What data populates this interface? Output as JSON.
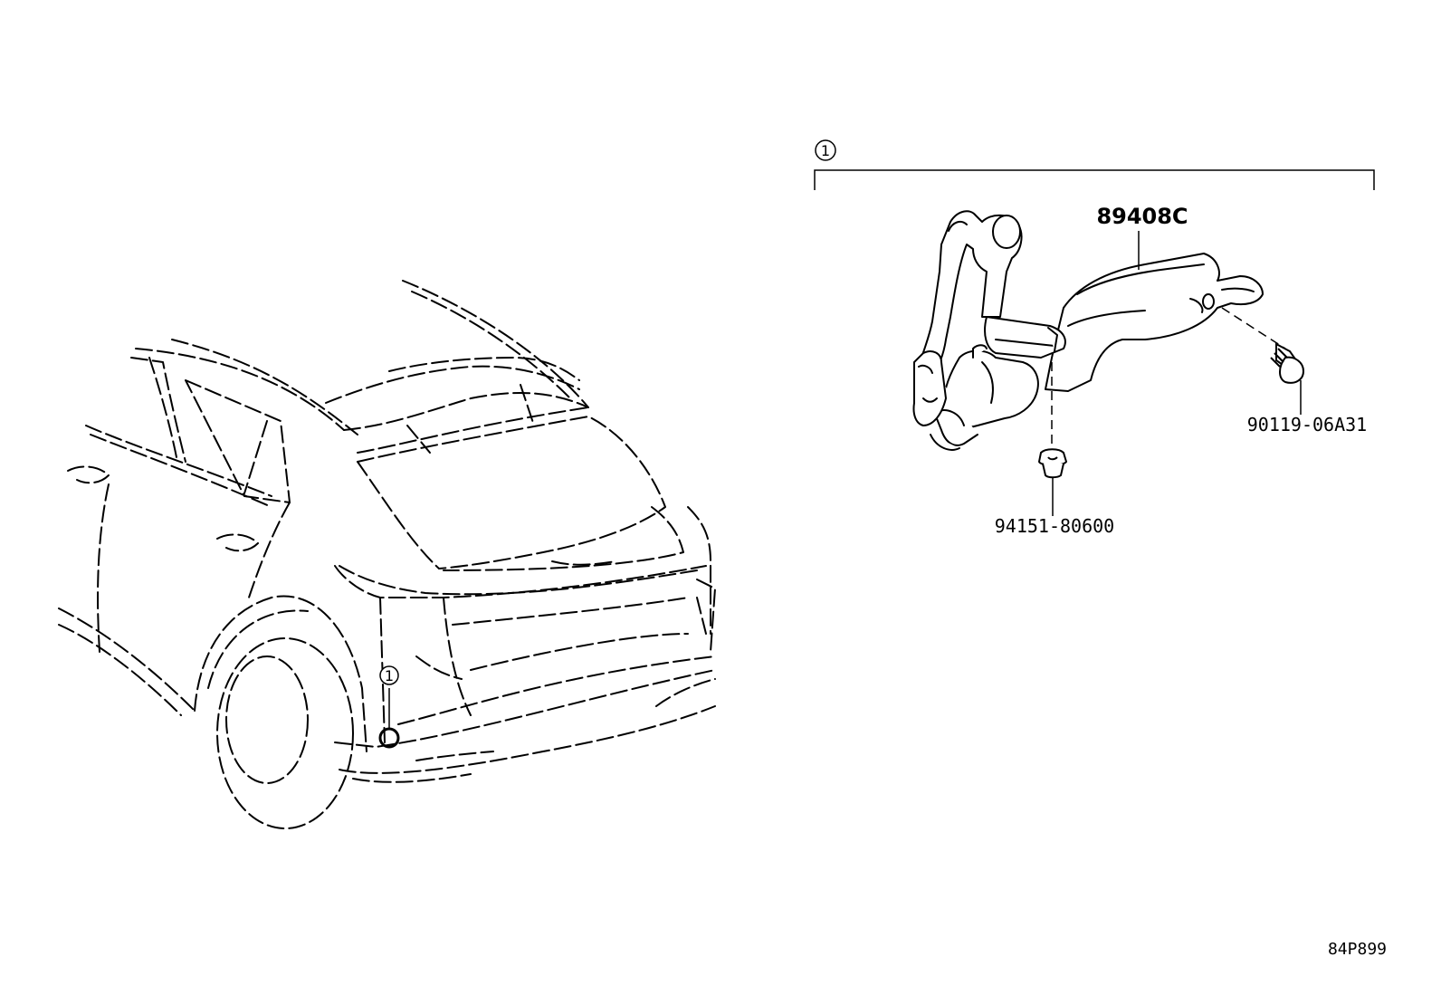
{
  "callouts": {
    "main": "1",
    "vehicle": "1"
  },
  "parts": {
    "sensor": "89408C",
    "bolt": "90119-06A31",
    "nut": "94151-80600"
  },
  "diagram_code": "84P899"
}
